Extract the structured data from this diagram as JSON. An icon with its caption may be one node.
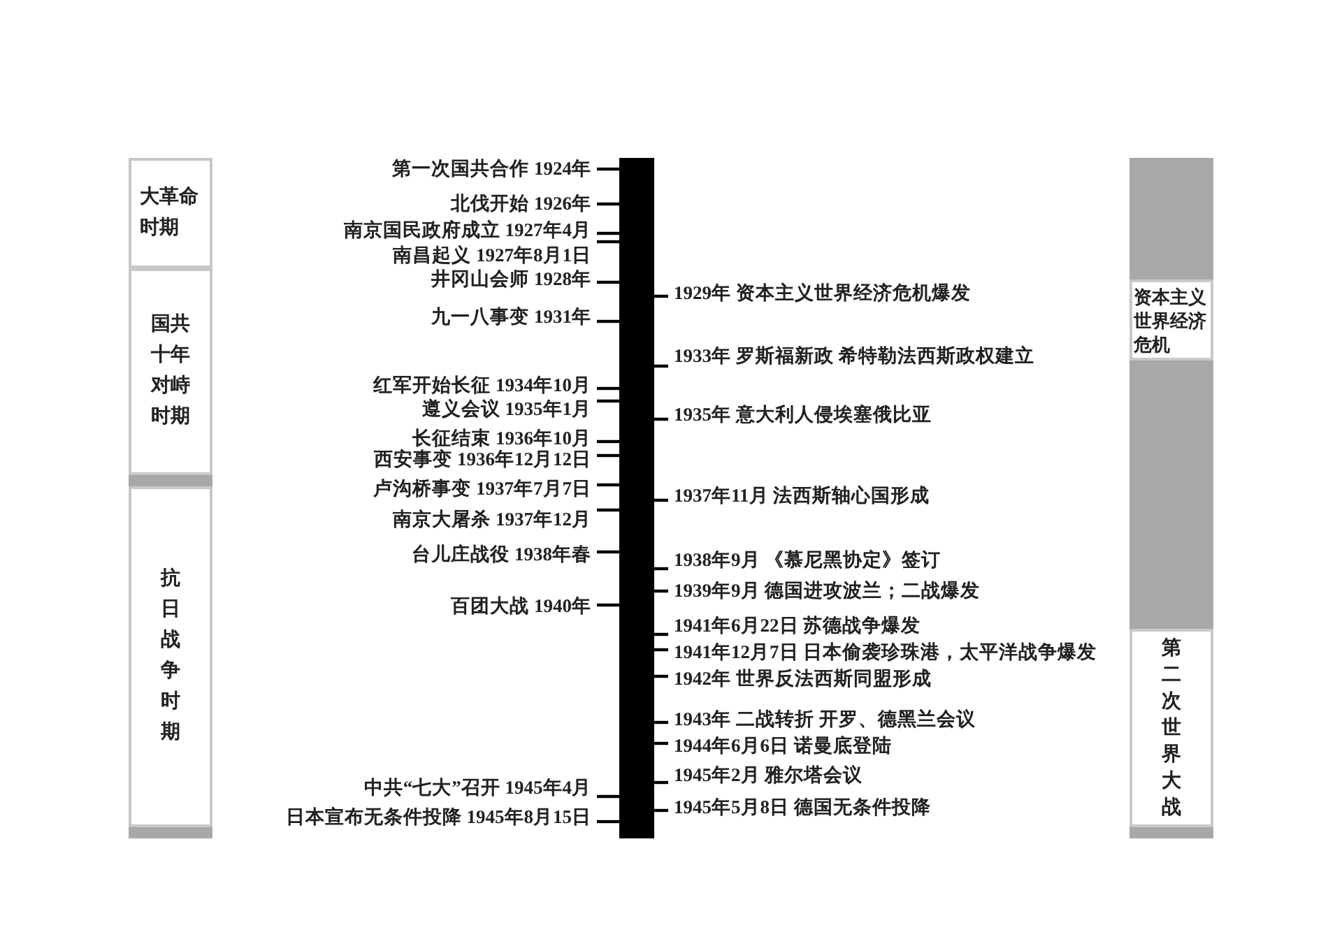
{
  "diagram": {
    "nodes": [
      {
        "text": [
          "大革命时期"
        ]
      },
      {
        "text": [
          "国共十年对峙时期"
        ]
      },
      {
        "text": [
          "抗日战争时期"
        ]
      },
      {
        "text": [
          "第一次国共合作 1924年"
        ]
      },
      {
        "text": [
          "北伐开始 1926年"
        ]
      },
      {
        "text": [
          "南京国民政府成立 1927年4月"
        ]
      },
      {
        "text": [
          "南昌起义 1927年8月1日"
        ]
      },
      {
        "text": [
          "井冈山会师 1928年"
        ]
      },
      {
        "text": [
          "九一八事变 1931年"
        ]
      },
      {
        "text": [
          "红军开始长征 1934年10月"
        ]
      },
      {
        "text": [
          "遵义会议 1935年1月"
        ]
      },
      {
        "text": [
          "长征结束 1936年10月"
        ]
      },
      {
        "text": [
          "西安事变 1936年12月12日"
        ]
      },
      {
        "text": [
          "卢沟桥事变 1937年7月7日"
        ]
      },
      {
        "text": [
          "南京大屠杀 1937年12月"
        ]
      },
      {
        "text": [
          "台儿庄战役 1938年春"
        ]
      },
      {
        "text": [
          "百团大战 1940年"
        ]
      },
      {
        "text": [
          "中共“七大”召开 1945年4月"
        ]
      },
      {
        "text": [
          "日本宣布无条件投降 1945年8月15日"
        ]
      },
      {
        "text": [],
        "shape": "bar"
      },
      {
        "text": [
          "1929年 资本主义世界经济危机爆发"
        ]
      },
      {
        "text": [
          "1933年 罗斯福新政 希特勒法西斯政权建立"
        ]
      },
      {
        "text": [
          "1935年 意大利人侵埃塞俄比亚"
        ]
      },
      {
        "text": [
          "1937年11月 法西斯轴心国形成"
        ]
      },
      {
        "text": [
          "1938年9月 《慕尼黑协定》签订"
        ]
      },
      {
        "text": [
          "1939年9月 德国进攻波兰；二战爆发"
        ]
      },
      {
        "text": [
          "1941年6月22日 苏德战争爆发"
        ]
      },
      {
        "text": [
          "1941年12月7日 日本偷袭珍珠港，太平洋战争爆发"
        ]
      },
      {
        "text": [
          "1942年 世界反法西斯同盟形成"
        ]
      },
      {
        "text": [
          "1943年 二战转折 开罗、德黑兰会议"
        ]
      },
      {
        "text": [
          "1944年6月6日 诺曼底登陆"
        ]
      },
      {
        "text": [
          "1945年2月 雅尔塔会议"
        ]
      },
      {
        "text": [
          "1945年5月8日 德国无条件投降"
        ]
      },
      {
        "text": [
          "资本主义世界经济危机"
        ]
      },
      {
        "text": [
          "第二次世界大战"
        ]
      },
      {
        "text": [],
        "shape": "bar"
      },
      {
        "text": [],
        "shape": "bar"
      },
      {
        "text": [],
        "shape": "bar"
      },
      {
        "text": [],
        "shape": "bar"
      },
      {
        "text": [],
        "shape": "bar"
      }
    ],
    "edges": [
      {
        "from": 3,
        "to": 19,
        "arrow": "none"
      },
      {
        "from": 4,
        "to": 19,
        "arrow": "none"
      },
      {
        "from": 5,
        "to": 19,
        "arrow": "none"
      },
      {
        "from": 6,
        "to": 19,
        "arrow": "none"
      },
      {
        "from": 7,
        "to": 19,
        "arrow": "none"
      },
      {
        "from": 8,
        "to": 19,
        "arrow": "none"
      },
      {
        "from": 9,
        "to": 19,
        "arrow": "none"
      },
      {
        "from": 10,
        "to": 19,
        "arrow": "none"
      },
      {
        "from": 11,
        "to": 19,
        "arrow": "none"
      },
      {
        "from": 12,
        "to": 19,
        "arrow": "none"
      },
      {
        "from": 13,
        "to": 19,
        "arrow": "none"
      },
      {
        "from": 14,
        "to": 19,
        "arrow": "none"
      },
      {
        "from": 15,
        "to": 19,
        "arrow": "none"
      },
      {
        "from": 16,
        "to": 19,
        "arrow": "none"
      },
      {
        "from": 17,
        "to": 19,
        "arrow": "none"
      },
      {
        "from": 18,
        "to": 19,
        "arrow": "none"
      },
      {
        "from": 20,
        "to": 19,
        "arrow": "none"
      },
      {
        "from": 21,
        "to": 19,
        "arrow": "none"
      },
      {
        "from": 22,
        "to": 19,
        "arrow": "none"
      },
      {
        "from": 23,
        "to": 19,
        "arrow": "none"
      },
      {
        "from": 24,
        "to": 19,
        "arrow": "none"
      },
      {
        "from": 25,
        "to": 19,
        "arrow": "none"
      },
      {
        "from": 26,
        "to": 19,
        "arrow": "none"
      },
      {
        "from": 27,
        "to": 19,
        "arrow": "none"
      },
      {
        "from": 28,
        "to": 19,
        "arrow": "none"
      },
      {
        "from": 29,
        "to": 19,
        "arrow": "none"
      },
      {
        "from": 30,
        "to": 19,
        "arrow": "none"
      },
      {
        "from": 31,
        "to": 19,
        "arrow": "none"
      },
      {
        "from": 32,
        "to": 19,
        "arrow": "none"
      }
    ]
  }
}
